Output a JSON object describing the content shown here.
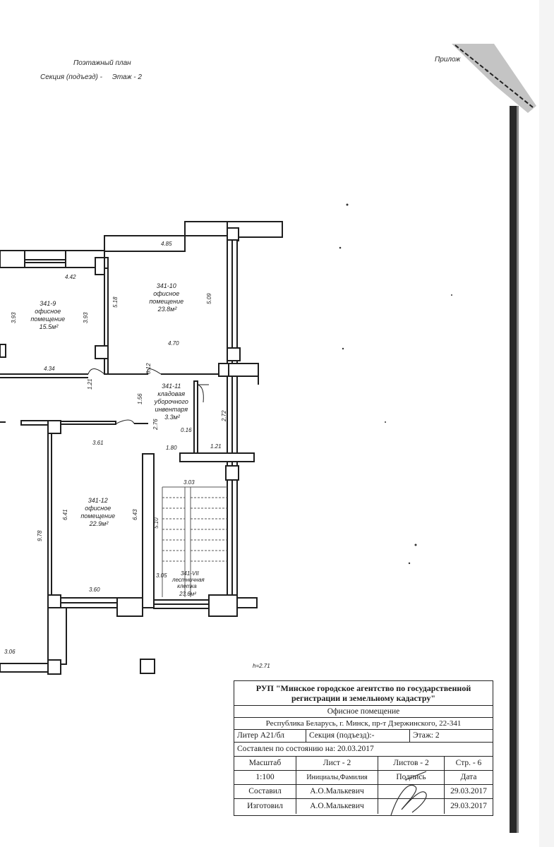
{
  "header": {
    "title": "Поэтажный план",
    "section_floor": "Секция (подъезд) -     Этаж - 2",
    "corner_note": "Прилож"
  },
  "rooms": [
    {
      "id": "341-9",
      "name": "офисное помещение",
      "area": "15.5м²"
    },
    {
      "id": "341-10",
      "name": "офисное помещение",
      "area": "23.8м²"
    },
    {
      "id": "341-11",
      "name": "кладовая уборочного инвентаря",
      "area": "3.3м²"
    },
    {
      "id": "341-12",
      "name": "офисное помещение",
      "area": "22.9м²"
    },
    {
      "id": "341-VII",
      "name": "лестничная клетка",
      "area": "23.6м²"
    }
  ],
  "room9_lines": [
    "341-9",
    "офисное",
    "помещение",
    "15.5м²"
  ],
  "room10_lines": [
    "341-10",
    "офисное",
    "помещение",
    "23.8м²"
  ],
  "room11_lines": [
    "341-11",
    "кладовая",
    "уборочного",
    "инвентаря",
    "3.3м²"
  ],
  "room12_lines": [
    "341-12",
    "офисное",
    "помещение",
    "22.9м²"
  ],
  "room7_lines": [
    "341-VII",
    "лестничная",
    "клетка",
    "23.6м²"
  ],
  "dimensions": {
    "d_4_42": "4.42",
    "d_4_85": "4.85",
    "d_3_93_a": "3.93",
    "d_3_93_b": "3.93",
    "d_5_18": "5.18",
    "d_5_09": "5.09",
    "d_4_70": "4.70",
    "d_4_34": "4.34",
    "d_0_12": "0.12",
    "d_1_21": "1.21",
    "d_1_56": "1.56",
    "d_2_76": "2.76",
    "d_2_72": "2.72",
    "d_0_16": "0.16",
    "d_1_80": "1.80",
    "d_1_21b": "1.21",
    "d_3_61": "3.61",
    "d_3_03": "3.03",
    "d_6_41": "6.41",
    "d_6_43": "6.43",
    "d_9_78": "9.78",
    "d_5_10": "5.10",
    "d_3_05": "3.05",
    "d_3_60": "3.60",
    "d_3_06": "3.06",
    "height": "h=2.71"
  },
  "stamp": {
    "org_line1": "РУП \"Минское городское агентство по государственной",
    "org_line2": "регистрации и земельному кадастру\"",
    "object": "Офисное помещение",
    "address": "Республика Беларусь, г. Минск, пр-т Дзержинского, 22-341",
    "liter": "Литер А21/бл",
    "section": "Секция (подъезд):-",
    "floor": "Этаж: 2",
    "state_date": "Составлен по состоянию на: 20.03.2017",
    "scale_label": "Масштаб",
    "sheet_label": "Лист -   2",
    "sheets_label": "Листов -  2",
    "page_label": "Стр. -   6",
    "scale_value": "1:100",
    "initials_label": "Инициалы,Фамилия",
    "signature_label": "Подпись",
    "date_label": "Дата",
    "compiled_label": "Составил",
    "compiled_name": "А.О.Малькевич",
    "compiled_date": "29.03.2017",
    "made_label": "Изготовил",
    "made_name": "А.О.Малькевич",
    "made_date": "29.03.2017"
  },
  "colors": {
    "wall": "#1e1e1e",
    "ink": "#222222",
    "paper": "#ffffff"
  }
}
